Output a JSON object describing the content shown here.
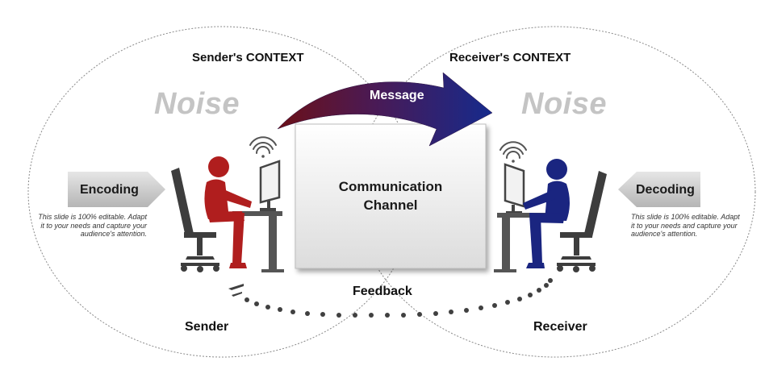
{
  "sender_context": "Sender's CONTEXT",
  "receiver_context": "Receiver's CONTEXT",
  "noise_left": "Noise",
  "noise_right": "Noise",
  "message": "Message",
  "channel_line1": "Communication",
  "channel_line2": "Channel",
  "encoding": "Encoding",
  "decoding": "Decoding",
  "editable_note_left": "This slide is 100% editable. Adapt it to your needs and capture your audience's attention.",
  "editable_note_right": "This slide is 100% editable. Adapt it to your needs and capture your audience's attention.",
  "feedback": "Feedback",
  "sender": "Sender",
  "receiver": "Receiver",
  "colors": {
    "sender_figure": "#b01e1e",
    "receiver_figure": "#1a2580",
    "chair": "#3d3d3d",
    "desk": "#555555",
    "arrow_start": "#6b1018",
    "arrow_end": "#162a8c",
    "tag": "#cfcfcf",
    "noise": "#c4c4c4"
  },
  "icons": [
    "wifi-icon",
    "computer-monitor-icon",
    "office-chair-icon",
    "person-icon"
  ]
}
